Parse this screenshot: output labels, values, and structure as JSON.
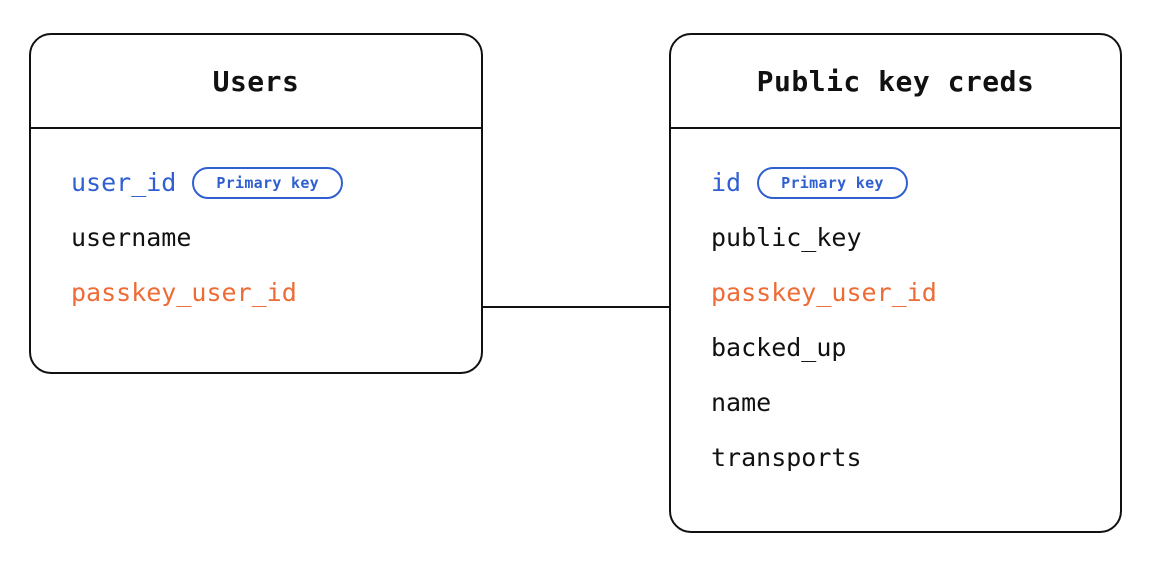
{
  "diagram": {
    "type": "entity-relationship-diagram",
    "background_color": "#ffffff",
    "colors": {
      "border": "#111111",
      "text": "#111111",
      "primary_key": "#2f5fd0",
      "foreign_key": "#ef6b35"
    },
    "badge_label": "Primary key",
    "entities": [
      {
        "id": "users",
        "title": "Users",
        "fields": [
          {
            "name": "user_id",
            "role": "pk",
            "badge": "Primary key"
          },
          {
            "name": "username",
            "role": "plain",
            "badge": null
          },
          {
            "name": "passkey_user_id",
            "role": "fk",
            "badge": null
          }
        ]
      },
      {
        "id": "public-key-creds",
        "title": "Public key creds",
        "fields": [
          {
            "name": "id",
            "role": "pk",
            "badge": "Primary key"
          },
          {
            "name": "public_key",
            "role": "plain",
            "badge": null
          },
          {
            "name": "passkey_user_id",
            "role": "fk",
            "badge": null
          },
          {
            "name": "backed_up",
            "role": "plain",
            "badge": null
          },
          {
            "name": "name",
            "role": "plain",
            "badge": null
          },
          {
            "name": "transports",
            "role": "plain",
            "badge": null
          }
        ]
      }
    ],
    "relationships": [
      {
        "id": "users-to-public-key-creds",
        "from_entity": "users",
        "from_field": "passkey_user_id",
        "to_entity": "public-key-creds",
        "to_field": "passkey_user_id"
      }
    ]
  }
}
